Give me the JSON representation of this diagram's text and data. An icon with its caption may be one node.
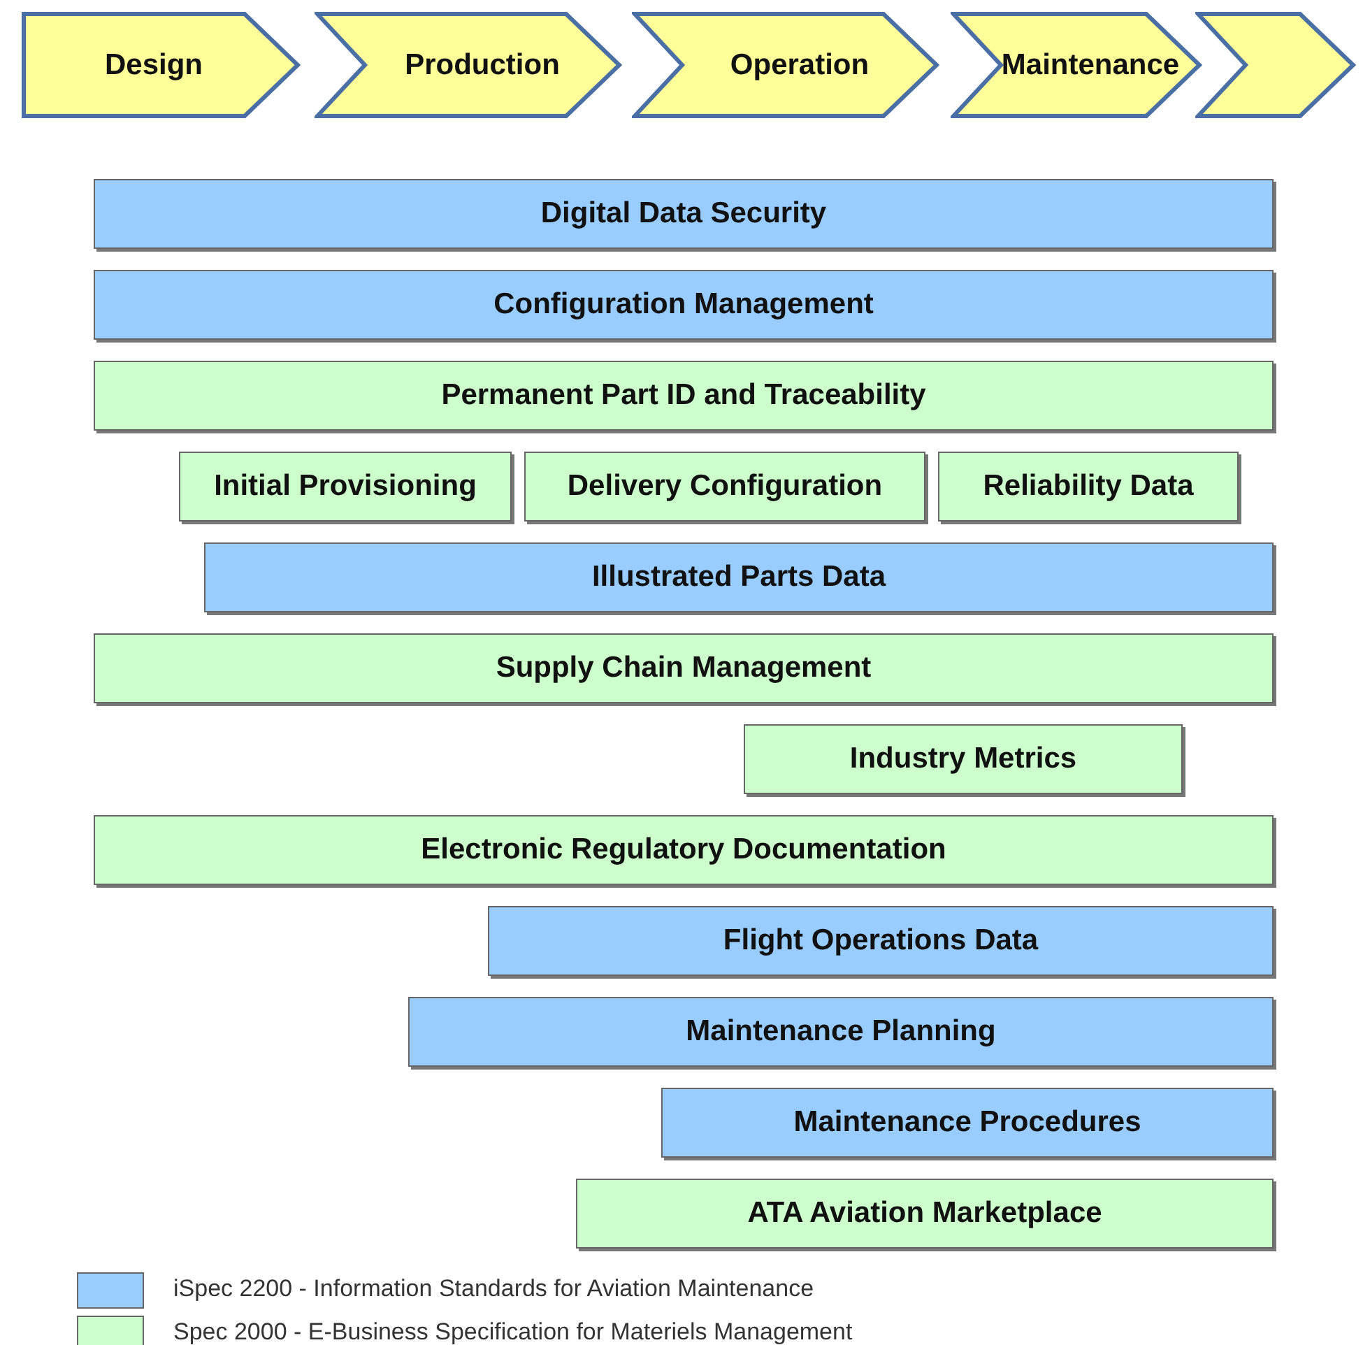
{
  "diagram": {
    "nodes": [
      {
        "text": [
          "Design"
        ]
      },
      {
        "text": [
          "Production"
        ]
      },
      {
        "text": [
          "Operation"
        ]
      },
      {
        "text": [
          "Maintenance"
        ]
      },
      {
        "text": [],
        "shape": "chevron"
      },
      {
        "text": [
          "Digital Data Security"
        ]
      },
      {
        "text": [
          "Configuration Management"
        ]
      },
      {
        "text": [
          "Permanent Part ID and Traceability"
        ]
      },
      {
        "text": [
          "Initial Provisioning"
        ]
      },
      {
        "text": [
          "Delivery Configuration"
        ]
      },
      {
        "text": [
          "Reliability Data"
        ]
      },
      {
        "text": [
          "Illustrated Parts Data"
        ]
      },
      {
        "text": [
          "Supply Chain Management"
        ]
      },
      {
        "text": [
          "Industry Metrics"
        ]
      },
      {
        "text": [
          "Electronic Regulatory Documentation"
        ]
      },
      {
        "text": [
          "Flight Operations Data"
        ]
      },
      {
        "text": [
          "Maintenance Planning"
        ]
      },
      {
        "text": [
          "Maintenance Procedures"
        ]
      },
      {
        "text": [
          "ATA Aviation Marketplace"
        ]
      }
    ],
    "legend": [
      {
        "text": "iSpec 2200 - Information Standards for Aviation Maintenance",
        "color": "#99ccff"
      },
      {
        "text": "Spec 2000 - E-Business Specification for Materiels Management",
        "color": "#ccffcc"
      }
    ]
  }
}
